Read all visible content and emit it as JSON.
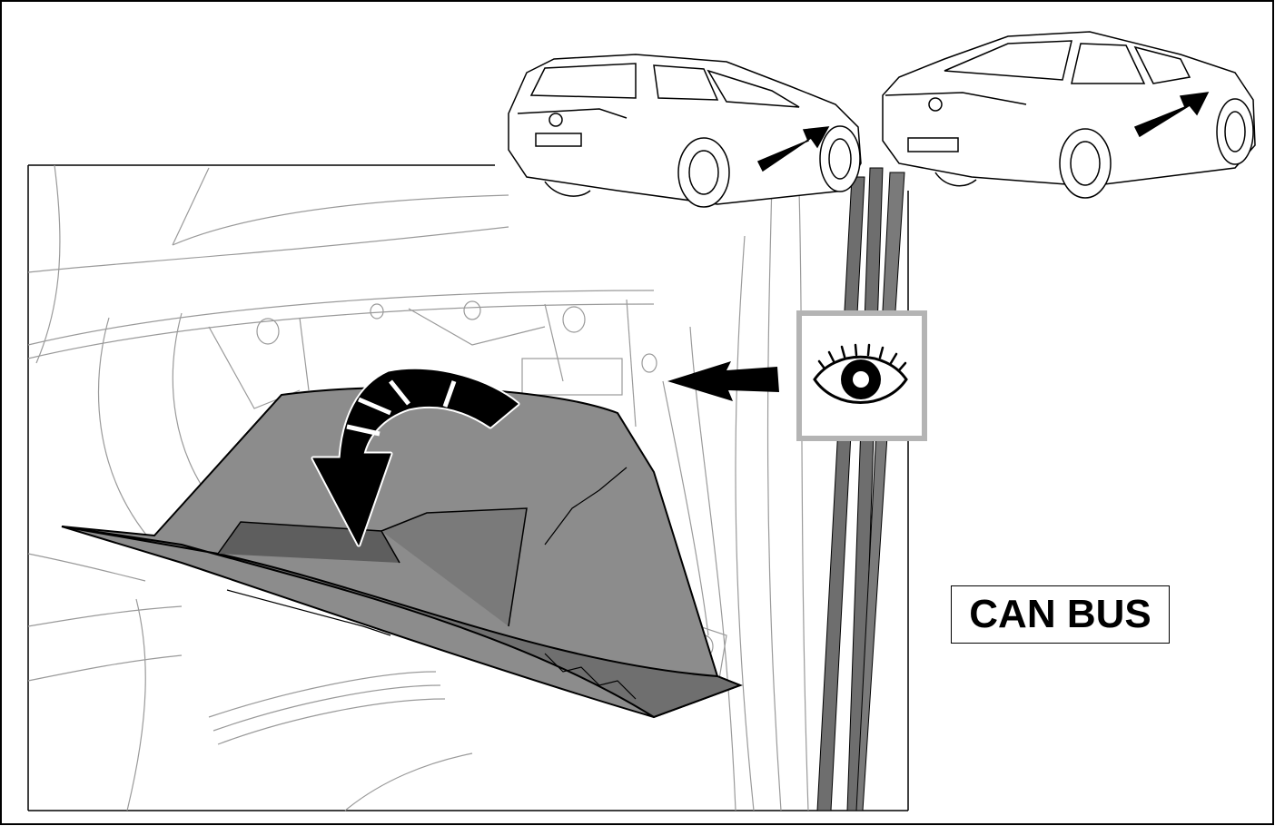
{
  "figure": {
    "label_text": "CAN BUS"
  },
  "colors": {
    "line": "#000000",
    "fill_dark": "#6e6e6e",
    "fill_mid": "#8a8a8a",
    "icon_border": "#b4b4b4",
    "background": "#ffffff"
  },
  "icons": [
    "eye-icon",
    "arrow-icon",
    "rotate-arrow-icon",
    "station-wagon-car",
    "sedan-car"
  ]
}
